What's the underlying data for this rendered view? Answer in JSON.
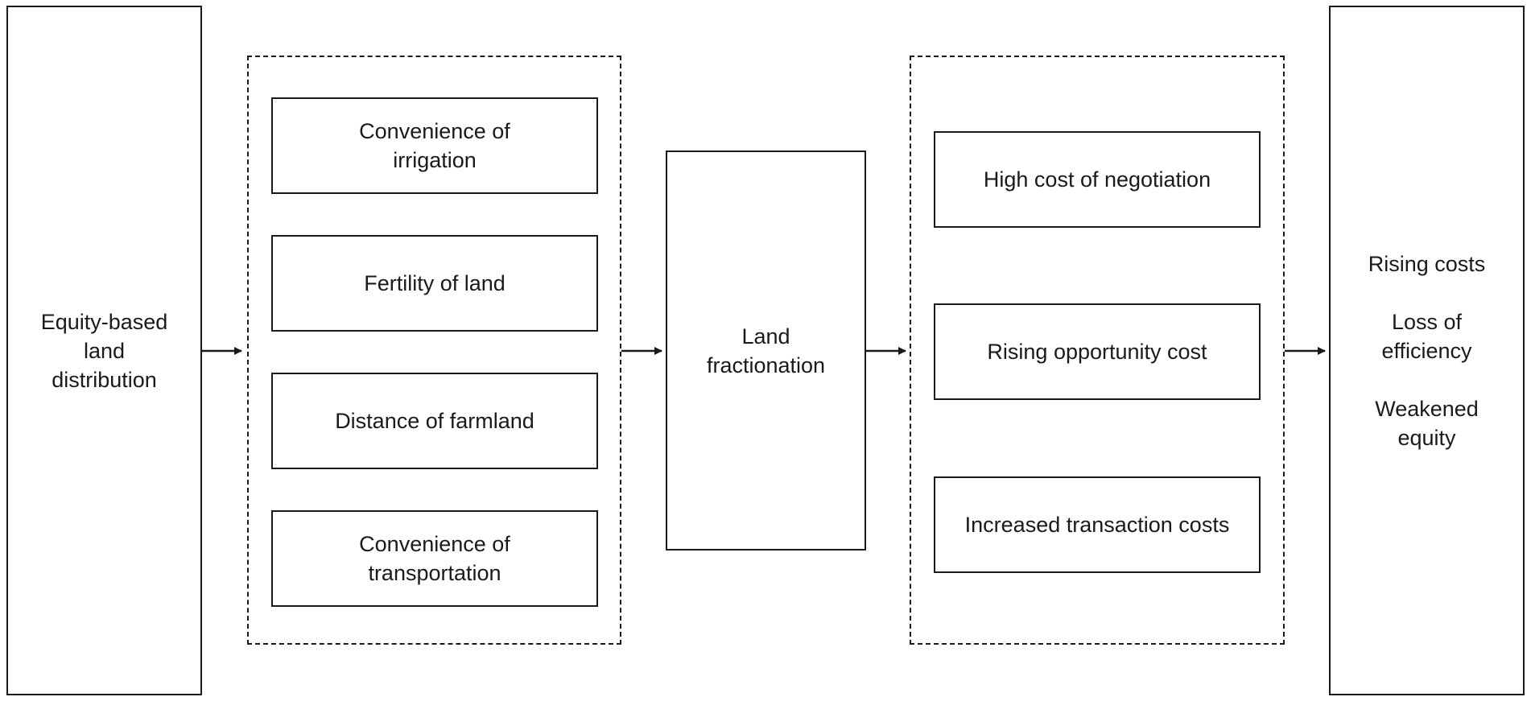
{
  "source": {
    "lines": [
      "Equity-based",
      "land",
      "distribution"
    ]
  },
  "factors": [
    {
      "lines": [
        "Convenience of",
        "irrigation"
      ]
    },
    {
      "lines": [
        "Fertility of land"
      ]
    },
    {
      "lines": [
        "Distance of farmland"
      ]
    },
    {
      "lines": [
        "Convenience of",
        "transportation"
      ]
    }
  ],
  "middle": {
    "lines": [
      "Land",
      "fractionation"
    ]
  },
  "effects": [
    {
      "lines": [
        "High cost of negotiation"
      ]
    },
    {
      "lines": [
        "Rising opportunity cost"
      ]
    },
    {
      "lines": [
        "Increased transaction costs"
      ]
    }
  ],
  "outcomes": [
    {
      "lines": [
        "Rising costs"
      ]
    },
    {
      "lines": [
        "Loss of",
        "efficiency"
      ]
    },
    {
      "lines": [
        "Weakened",
        "equity"
      ]
    }
  ]
}
